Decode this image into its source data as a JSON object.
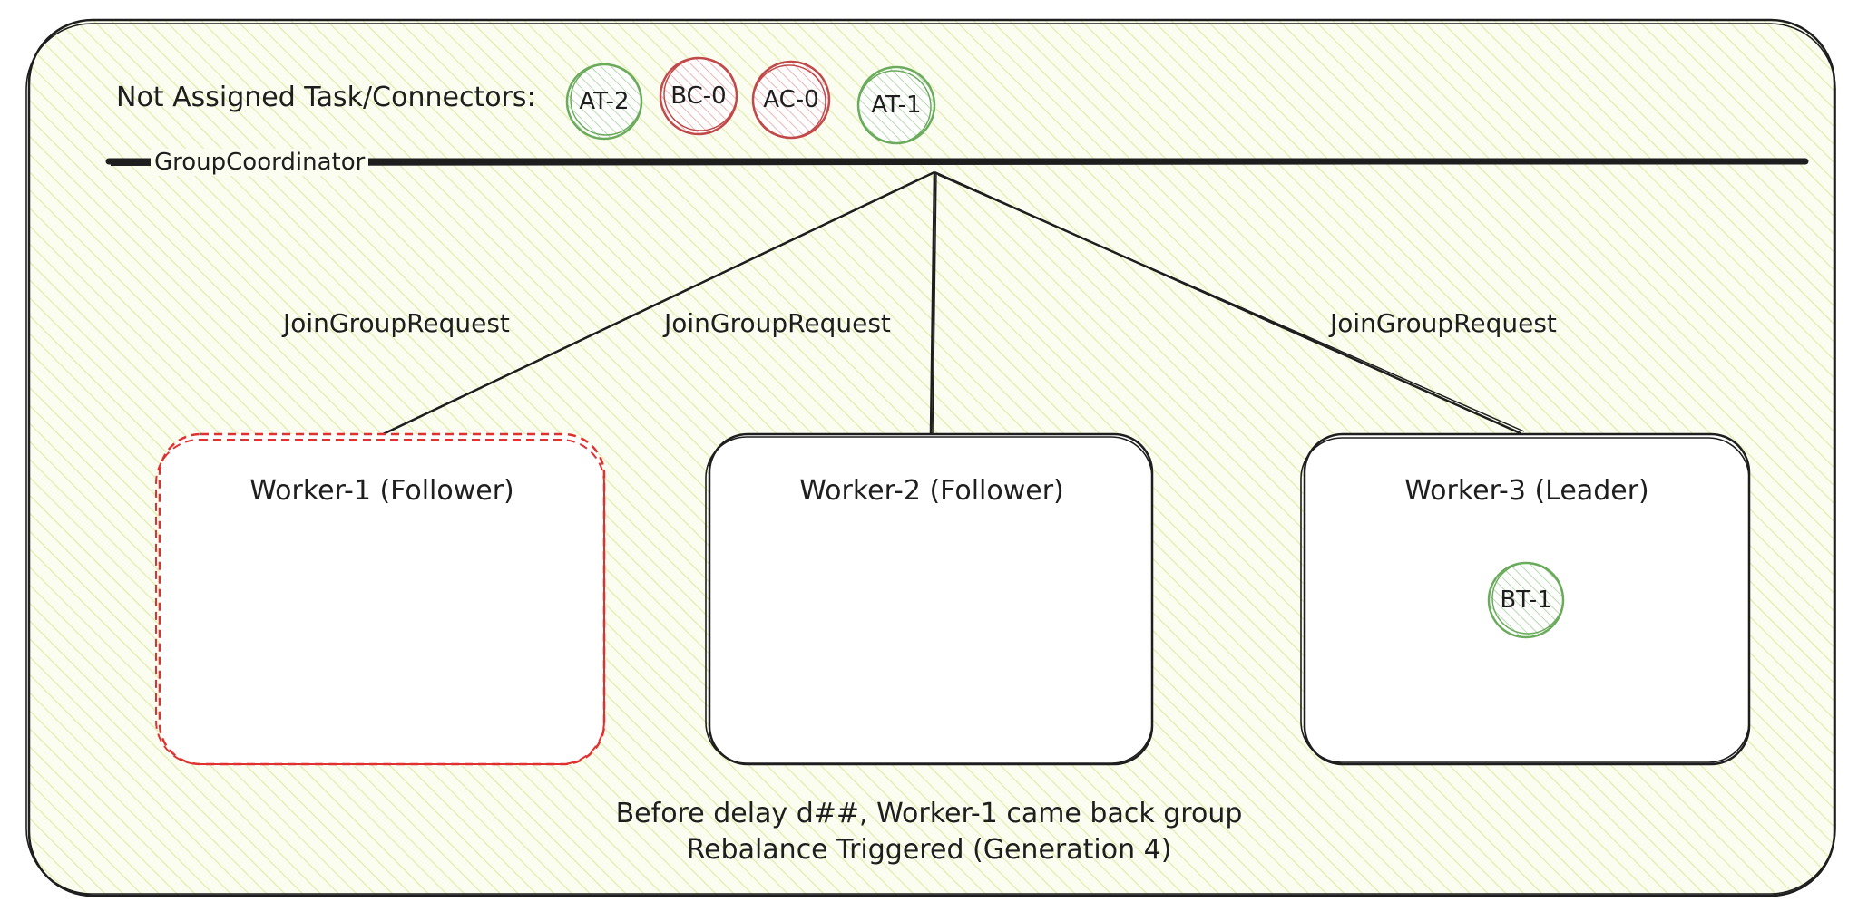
{
  "header": {
    "label": "Not Assigned Task/Connectors:",
    "chips": [
      {
        "text": "AT-2",
        "status": "green"
      },
      {
        "text": "BC-0",
        "status": "red"
      },
      {
        "text": "AC-0",
        "status": "red"
      },
      {
        "text": "AT-1",
        "status": "green"
      }
    ]
  },
  "coordinator": {
    "label": "GroupCoordinator"
  },
  "requests": [
    {
      "label": "JoinGroupRequest"
    },
    {
      "label": "JoinGroupRequest"
    },
    {
      "label": "JoinGroupRequest"
    }
  ],
  "workers": [
    {
      "title": "Worker-1 (Follower)",
      "state": "disconnected",
      "tasks": []
    },
    {
      "title": "Worker-2 (Follower)",
      "state": "normal",
      "tasks": []
    },
    {
      "title": "Worker-3 (Leader)",
      "state": "normal",
      "tasks": [
        {
          "text": "BT-1",
          "status": "green"
        }
      ]
    }
  ],
  "footer": {
    "line1": "Before delay d##, Worker-1 came back group",
    "line2": "Rebalance Triggered (Generation 4)"
  },
  "colors": {
    "background_fill": "#fbfdf0",
    "hatch": "#e6efb8",
    "stroke": "#1e1e1e",
    "green": "#6aab5c",
    "red": "#c2494a",
    "dashed_red": "#e03131"
  }
}
